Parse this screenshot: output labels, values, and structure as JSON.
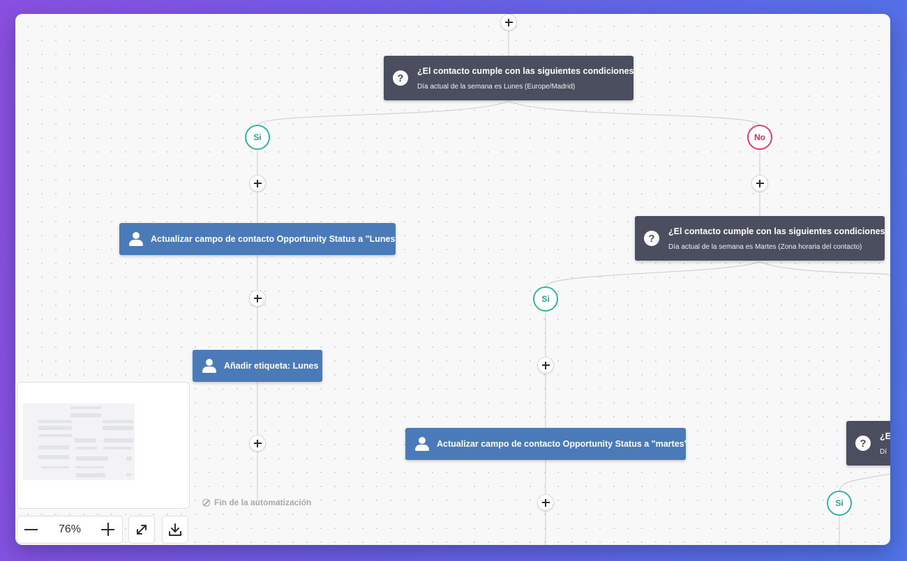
{
  "flow": {
    "condition1": {
      "title": "¿El contacto cumple con las siguientes condiciones?",
      "detail": "Día actual de la semana es Lunes (Europe/Madrid)"
    },
    "condition2": {
      "title": "¿El contacto cumple con las siguientes condiciones?",
      "detail": "Día actual de la semana es Martes (Zona horaria del contacto)"
    },
    "condition3": {
      "title": "¿E",
      "detail": "Dí"
    },
    "branch_yes_label": "Si",
    "branch_no_label": "No",
    "action1_label": "Actualizar campo de contacto Opportunity Status a \"Lunes\"",
    "action2_label": "Añadir etiqueta: Lunes",
    "action3_label": "Actualizar campo de contacto Opportunity Status a \"martes\"",
    "end_label": "Fin de la automatización"
  },
  "controls": {
    "zoom_level": "76%"
  },
  "icons": {
    "condition": "question-icon",
    "action": "user-icon",
    "end": "ban-icon",
    "fit": "expand-icon",
    "download": "download-icon"
  },
  "colors": {
    "condition_bg": "#4b4e5e",
    "action_bg": "#4a7ab8",
    "yes": "#2fb5a0",
    "no": "#d8405e"
  }
}
